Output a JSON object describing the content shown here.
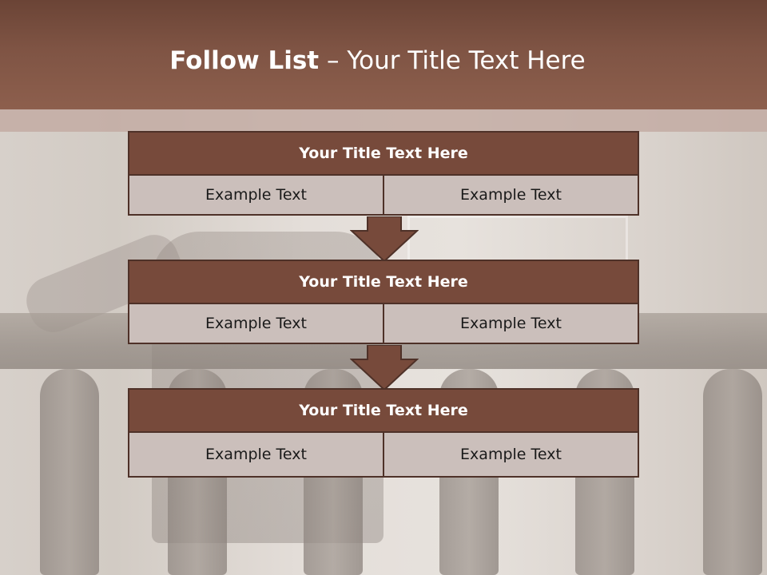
{
  "header": {
    "title_bold": "Follow List",
    "title_rest": " – Your Title Text Here"
  },
  "blocks": [
    {
      "title": "Your Title Text Here",
      "left": "Example Text",
      "right": "Example Text"
    },
    {
      "title": "Your Title Text Here",
      "left": "Example Text",
      "right": "Example Text"
    },
    {
      "title": "Your Title Text Here",
      "left": "Example Text",
      "right": "Example Text"
    }
  ],
  "colors": {
    "header": "#7f5444",
    "block_title": "#774a3b",
    "block_cell": "#cbbfbb",
    "border": "#4e3128"
  },
  "icons": [
    "down-arrow-icon",
    "down-arrow-icon"
  ]
}
